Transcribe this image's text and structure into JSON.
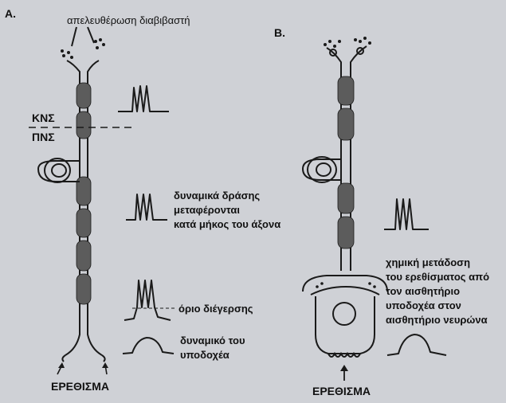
{
  "panel_a": {
    "label": "A.",
    "transmitter_release": "απελευθέρωση διαβιβαστή",
    "cns": "ΚΝΣ",
    "pns": "ΠΝΣ",
    "action_potentials_line1": "δυναμικά δράσης",
    "action_potentials_line2": "μεταφέρονται",
    "action_potentials_line3": "κατά  μήκος του άξονα",
    "threshold": "όριο διέγερσης",
    "receptor_potential_line1": "δυναμικό του",
    "receptor_potential_line2": "υποδοχέα",
    "stimulus": "ΕΡΕΘΙΣΜΑ"
  },
  "panel_b": {
    "label": "B.",
    "chemical_line1": "χημική μετάδοση",
    "chemical_line2": "του ερεθίσματος από",
    "chemical_line3": "τον αισθητήριο",
    "chemical_line4": "υποδοχέα στον",
    "chemical_line5": "αισθητήριο νευρώνα",
    "stimulus": "ΕΡΕΘΙΣΜΑ"
  },
  "colors": {
    "ink": "#1a1a1a",
    "myelin": "#5c5c5c",
    "page": "#cfd1d6"
  }
}
